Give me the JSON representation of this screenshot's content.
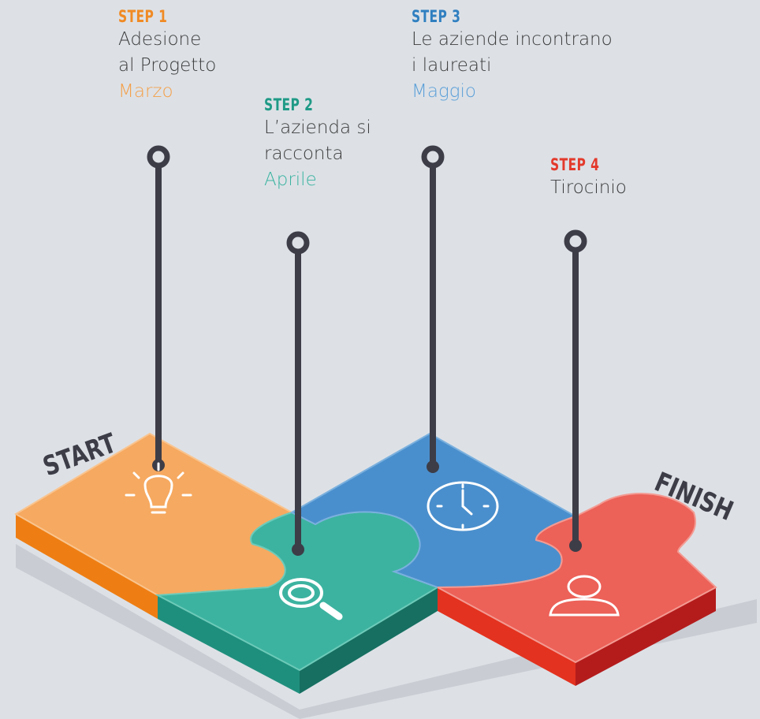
{
  "start_label": "START",
  "finish_label": "FINISH",
  "steps": [
    {
      "label": "STEP 1",
      "lines": [
        "Adesione",
        "al Progetto"
      ],
      "month": "Marzo",
      "color": "#f08a24",
      "month_color": "#f4a04a",
      "icon": "lightbulb-icon"
    },
    {
      "label": "STEP 2",
      "lines": [
        "L’azienda si",
        "racconta"
      ],
      "month": "Aprile",
      "color": "#1f9a86",
      "month_color": "#3bb3a0",
      "icon": "magnifier-icon"
    },
    {
      "label": "STEP 3",
      "lines": [
        "Le aziende incontrano",
        "i laureati"
      ],
      "month": "Maggio",
      "color": "#2f7fc0",
      "month_color": "#5da0d8",
      "icon": "clock-icon"
    },
    {
      "label": "STEP 4",
      "lines": [
        "Tirocinio"
      ],
      "month": "",
      "color": "#e33a2c",
      "month_color": "#e33a2c",
      "icon": "user-icon"
    }
  ],
  "colors": {
    "background": "#dde1e6",
    "pin": "#3d3d47"
  }
}
